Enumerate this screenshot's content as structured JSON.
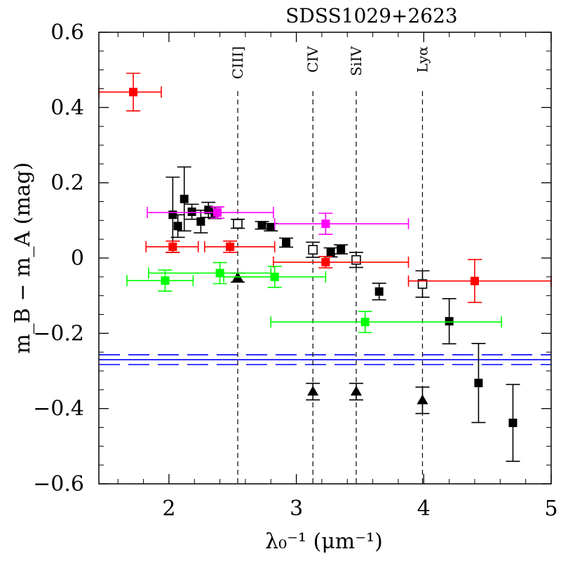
{
  "chart_data": {
    "type": "scatter",
    "title": "SDSS1029+2623",
    "xlabel": "λ₀⁻¹ (μm⁻¹)",
    "ylabel": "m_B − m_A (mag)",
    "xlim": [
      1.45,
      5.0
    ],
    "ylim": [
      -0.6,
      0.6
    ],
    "x_ticks": [
      2,
      3,
      4,
      5
    ],
    "x_tick_labels": [
      "2",
      "3",
      "4",
      "5"
    ],
    "y_ticks": [
      -0.6,
      -0.4,
      -0.2,
      0,
      0.2,
      0.4,
      0.6
    ],
    "y_tick_labels": [
      "−0.6",
      "−0.4",
      "−0.2",
      "0",
      "0.2",
      "0.4",
      "0.6"
    ],
    "grid": false,
    "colors": {
      "black": "#000000",
      "red": "#ff0000",
      "green": "#00ff00",
      "magenta": "#ff00ff",
      "blue": "#0000ff"
    },
    "emission_lines": [
      {
        "label": "CIII]",
        "x": 2.54
      },
      {
        "label": "CIV",
        "x": 3.13
      },
      {
        "label": "SiIV",
        "x": 3.47
      },
      {
        "label": "Lyα",
        "x": 3.99
      }
    ],
    "reference_lines": [
      {
        "y": -0.257,
        "style": "dashed",
        "color": "blue"
      },
      {
        "y": -0.27,
        "style": "solid",
        "color": "blue"
      },
      {
        "y": -0.283,
        "style": "dashed",
        "color": "blue"
      }
    ],
    "series": [
      {
        "color": "black",
        "marker": "filled-square",
        "points": [
          {
            "x": 2.03,
            "y": 0.115,
            "yerr": 0.1
          },
          {
            "x": 2.07,
            "y": 0.085,
            "yerr": 0.03
          },
          {
            "x": 2.12,
            "y": 0.157,
            "yerr": 0.085
          },
          {
            "x": 2.18,
            "y": 0.123,
            "yerr": 0.02
          },
          {
            "x": 2.25,
            "y": 0.097,
            "yerr": 0.03
          },
          {
            "x": 2.31,
            "y": 0.128,
            "yerr": 0.02
          },
          {
            "x": 2.36,
            "y": 0.12,
            "yerr": 0.015
          },
          {
            "x": 2.73,
            "y": 0.087,
            "yerr": 0.01
          },
          {
            "x": 2.8,
            "y": 0.082,
            "yerr": 0.01
          },
          {
            "x": 2.92,
            "y": 0.041,
            "yerr": 0.012
          },
          {
            "x": 3.27,
            "y": 0.015,
            "yerr": 0.012
          },
          {
            "x": 3.35,
            "y": 0.023,
            "yerr": 0.012
          },
          {
            "x": 3.65,
            "y": -0.089,
            "yerr": 0.022
          },
          {
            "x": 4.2,
            "y": -0.168,
            "yerr": 0.06
          },
          {
            "x": 4.43,
            "y": -0.332,
            "yerr": 0.105
          },
          {
            "x": 4.7,
            "y": -0.438,
            "yerr": 0.102
          }
        ]
      },
      {
        "color": "black",
        "marker": "open-square",
        "points": [
          {
            "x": 2.54,
            "y": 0.091,
            "yerr": 0.012
          },
          {
            "x": 3.13,
            "y": 0.022,
            "yerr": 0.02
          },
          {
            "x": 3.47,
            "y": -0.005,
            "yerr": 0.02
          },
          {
            "x": 3.99,
            "y": -0.069,
            "yerr": 0.035
          }
        ]
      },
      {
        "color": "black",
        "marker": "filled-triangle",
        "points": [
          {
            "x": 2.54,
            "y": -0.052,
            "yerr": 0.012
          },
          {
            "x": 3.13,
            "y": -0.355,
            "yerr": 0.022
          },
          {
            "x": 3.47,
            "y": -0.355,
            "yerr": 0.022
          },
          {
            "x": 3.99,
            "y": -0.378,
            "yerr": 0.035
          }
        ]
      },
      {
        "color": "red",
        "marker": "filled-square",
        "points": [
          {
            "x": 1.72,
            "y": 0.441,
            "yerr": 0.05,
            "xerr_lo": 0.27,
            "xerr_hi": 0.22
          },
          {
            "x": 2.03,
            "y": 0.03,
            "yerr": 0.015,
            "xerr_lo": 0.21,
            "xerr_hi": 0.2
          },
          {
            "x": 2.48,
            "y": 0.03,
            "yerr": 0.015,
            "xerr_lo": 0.2,
            "xerr_hi": 0.35
          },
          {
            "x": 3.23,
            "y": -0.011,
            "yerr": 0.015,
            "xerr_lo": 0.41,
            "xerr_hi": 0.65
          },
          {
            "x": 4.4,
            "y": -0.061,
            "yerr": 0.057,
            "xerr_lo": 0.52,
            "xerr_hi": 0.6
          }
        ]
      },
      {
        "color": "green",
        "marker": "filled-square",
        "points": [
          {
            "x": 1.97,
            "y": -0.06,
            "yerr": 0.028,
            "xerr_lo": 0.3,
            "xerr_hi": 0.22
          },
          {
            "x": 2.4,
            "y": -0.04,
            "yerr": 0.028,
            "xerr_lo": 0.56,
            "xerr_hi": 0.4
          },
          {
            "x": 2.83,
            "y": -0.05,
            "yerr": 0.028,
            "xerr_lo": 0.4,
            "xerr_hi": 0.4
          },
          {
            "x": 3.54,
            "y": -0.17,
            "yerr": 0.028,
            "xerr_lo": 0.74,
            "xerr_hi": 1.07
          }
        ]
      },
      {
        "color": "magenta",
        "marker": "filled-square",
        "points": [
          {
            "x": 2.38,
            "y": 0.121,
            "yerr": 0.015,
            "xerr_lo": 0.55,
            "xerr_hi": 0.44
          },
          {
            "x": 3.23,
            "y": 0.091,
            "yerr": 0.028,
            "xerr_lo": 0.4,
            "xerr_hi": 0.65
          }
        ]
      }
    ]
  }
}
